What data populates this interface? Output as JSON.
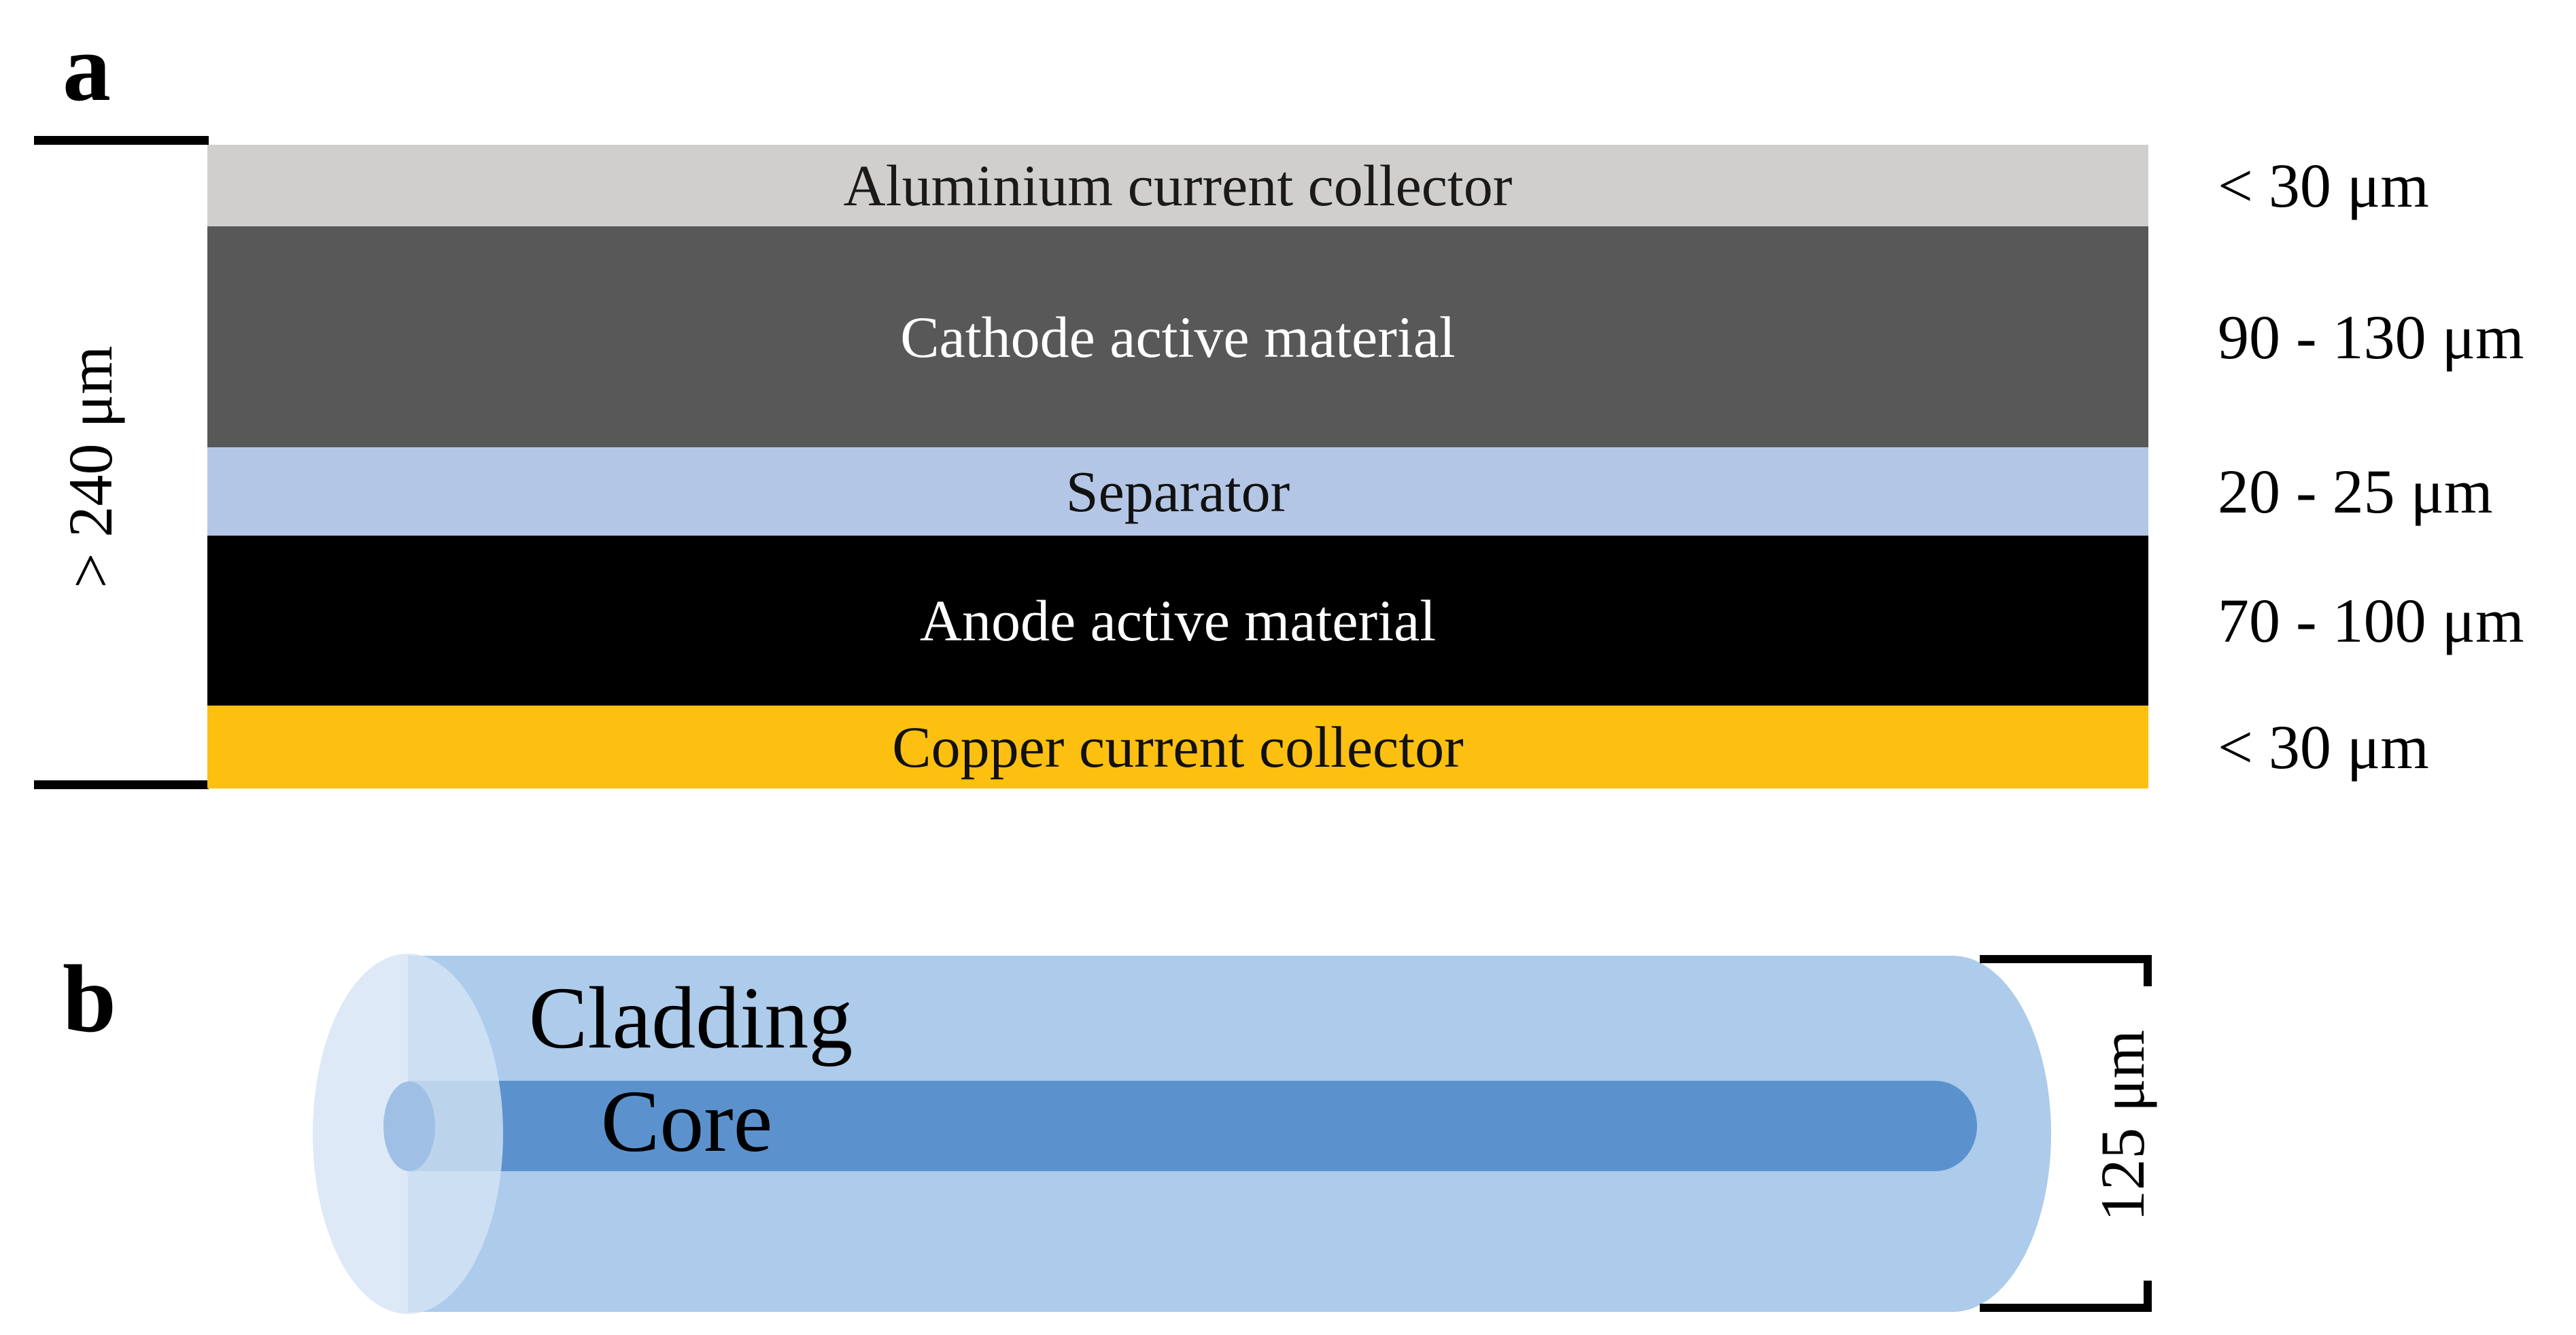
{
  "panel_a": {
    "label": "a",
    "total_thickness": "> 240 μm",
    "layers": [
      {
        "name": "Aluminium current collector",
        "thickness": "< 30 μm",
        "color": "#d0cfcd",
        "text_color": "#1a1a1a"
      },
      {
        "name": "Cathode active material",
        "thickness": "90 - 130 μm",
        "color": "#585858",
        "text_color": "#ffffff"
      },
      {
        "name": "Separator",
        "thickness": "20 - 25 μm",
        "color": "#b4c6e5",
        "text_color": "#111111"
      },
      {
        "name": "Anode active material",
        "thickness": "70 - 100 μm",
        "color": "#000000",
        "text_color": "#ffffff"
      },
      {
        "name": "Copper current collector",
        "thickness": "< 30 μm",
        "color": "#fdc011",
        "text_color": "#111111"
      }
    ],
    "bracket_color": "#000000"
  },
  "panel_b": {
    "label": "b",
    "cladding_label": "Cladding",
    "core_label": "Core",
    "diameter": "125 μm",
    "colors": {
      "cladding_body": "#adcbea",
      "cladding_face": "rgba(212,227,244,0.8)",
      "core_body": "#5b92ce",
      "core_face": "#9fc0e4"
    },
    "bracket_color": "#000000"
  }
}
